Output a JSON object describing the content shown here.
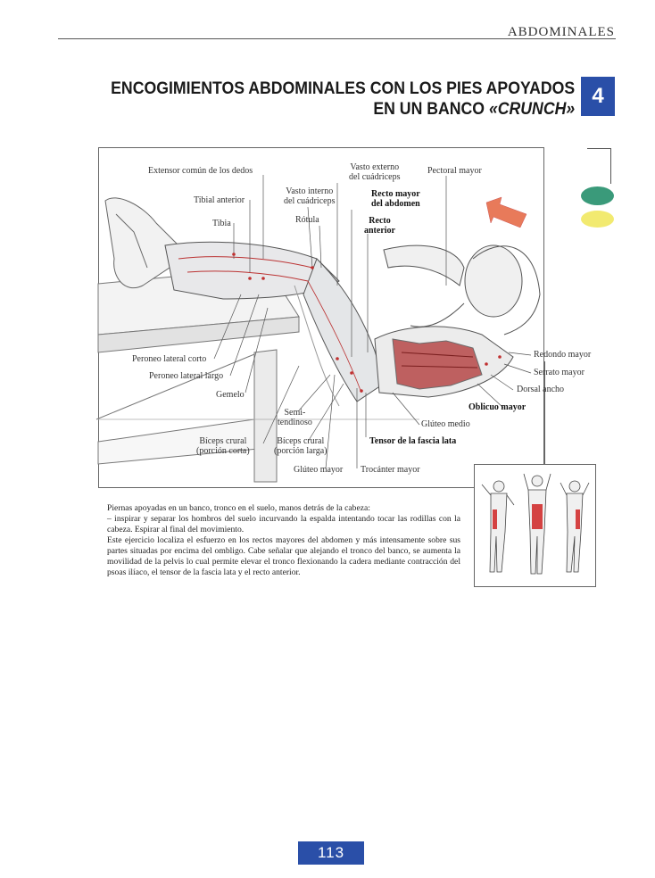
{
  "header": {
    "section": "ABDOMINALES"
  },
  "title": {
    "line1": "ENCOGIMIENTOS ABDOMINALES CON LOS PIES APOYADOS",
    "line2_prefix": "EN UN BANCO ",
    "line2_italic": "«CRUNCH»",
    "number": "4"
  },
  "colors": {
    "accent_blue": "#2a4fa8",
    "green_tab": "#3a9a7a",
    "yellow_tab": "#f2ea70",
    "muscle_red": "#c03030"
  },
  "labels": {
    "extensor": "Extensor común de los dedos",
    "tibial": "Tibial anterior",
    "tibia": "Tibia",
    "vasto_interno_1": "Vasto interno",
    "vasto_interno_2": "del cuádriceps",
    "rotula": "Rótula",
    "vasto_externo_1": "Vasto externo",
    "vasto_externo_2": "del cuádriceps",
    "recto_mayor_1": "Recto mayor",
    "recto_mayor_2": "del abdomen",
    "recto_anterior_1": "Recto",
    "recto_anterior_2": "anterior",
    "pectoral": "Pectoral mayor",
    "redondo": "Redondo mayor",
    "serrato": "Serrato mayor",
    "dorsal": "Dorsal ancho",
    "oblicuo": "Oblicuo mayor",
    "gluteo_medio": "Glúteo medio",
    "tensor": "Tensor de la fascia lata",
    "trocanter": "Trocánter mayor",
    "gluteo_mayor": "Glúteo mayor",
    "biceps_larga_1": "Bíceps crural",
    "biceps_larga_2": "(porción larga)",
    "biceps_corta_1": "Bíceps crural",
    "biceps_corta_2": "(porción corta)",
    "semi_1": "Semi-",
    "semi_2": "tendinoso",
    "gemelo": "Gemelo",
    "peroneo_largo": "Peroneo lateral largo",
    "peroneo_corto": "Peroneo lateral corto"
  },
  "body": {
    "p1": "Piernas apoyadas en un banco, tronco en el suelo, manos detrás de la cabeza:",
    "p2": "– inspirar y separar los hombros del suelo incurvando la espalda intentando tocar las rodillas con la cabeza. Espirar al final del movimiento.",
    "p3": "Este ejercicio localiza el esfuerzo en los rectos mayores del abdomen y más intensamente sobre sus partes situadas por encima del ombligo. Cabe señalar que alejando el tronco del banco, se aumenta la movilidad de la pelvis lo cual permite elevar el tronco flexionando la cadera mediante contracción del psoas ilíaco, el tensor de la fascia lata y el recto anterior."
  },
  "footer": {
    "page_number": "113"
  }
}
